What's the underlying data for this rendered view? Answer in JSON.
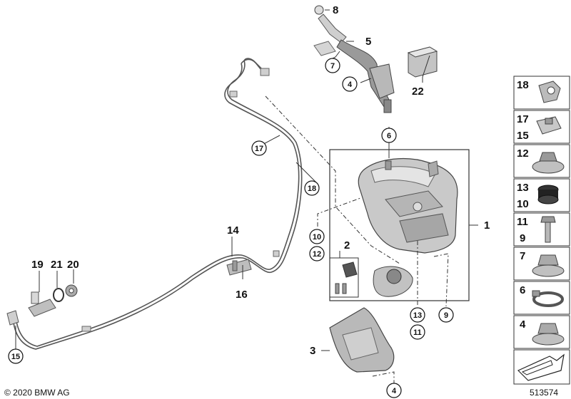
{
  "callouts": {
    "c1": "1",
    "c2": "2",
    "c3": "3",
    "c4_top": "4",
    "c4_bottom": "4",
    "c5": "5",
    "c6": "6",
    "c7": "7",
    "c8": "8",
    "c9": "9",
    "c10": "10",
    "c11": "11",
    "c12": "12",
    "c13": "13",
    "c14": "14",
    "c15": "15",
    "c16": "16",
    "c17": "17",
    "c18": "18",
    "c19": "19",
    "c20": "20",
    "c21": "21",
    "c22": "22"
  },
  "side_panel": {
    "cell1": [
      "18"
    ],
    "cell2": [
      "17",
      "15"
    ],
    "cell3": [
      "12"
    ],
    "cell4": [
      "13",
      "10"
    ],
    "cell5": [
      "11",
      "9"
    ],
    "cell6": [
      "7"
    ],
    "cell7": [
      "6"
    ],
    "cell8": [
      "4"
    ]
  },
  "footer": {
    "copyright": "© 2020 BMW AG",
    "diagram_number": "513574"
  }
}
